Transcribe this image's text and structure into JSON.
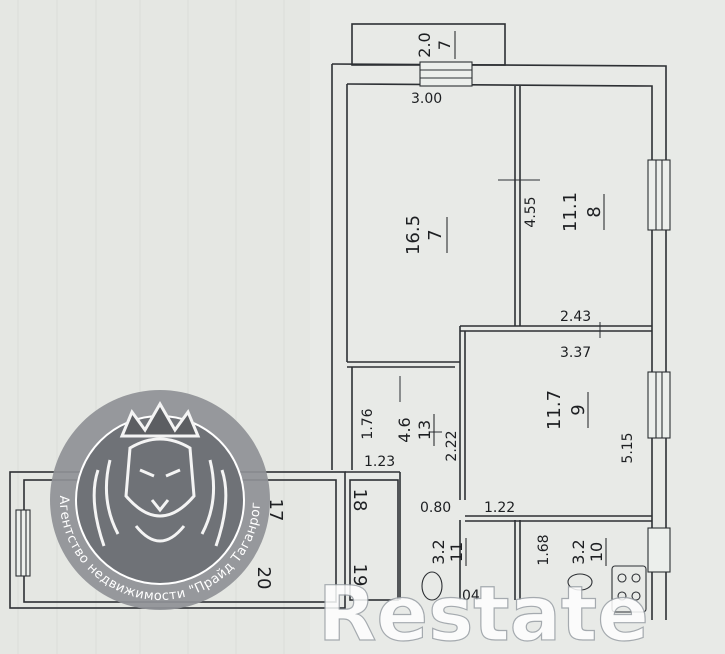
{
  "floor_plan": {
    "rooms": [
      {
        "id": "7",
        "number": "7",
        "area": "16.5"
      },
      {
        "id": "8",
        "number": "8",
        "area": "11.1"
      },
      {
        "id": "9",
        "number": "9",
        "area": "11.7"
      },
      {
        "id": "13",
        "number": "13",
        "area": "4.6"
      },
      {
        "id": "11",
        "number": "11",
        "area": "3.2"
      },
      {
        "id": "10",
        "number": "10",
        "area": "3.2"
      },
      {
        "id": "balcony",
        "number": "7",
        "area": "2.0"
      }
    ],
    "dimensions": {
      "d_300": "3.00",
      "d_455": "4.55",
      "d_243": "2.43",
      "d_337": "3.37",
      "d_515": "5.15",
      "d_176": "1.76",
      "d_222": "2.22",
      "d_123": "1.23",
      "d_080": "0.80",
      "d_122": "1.22",
      "d_168": "1.68",
      "d_04": "04"
    },
    "labels": {
      "l17": "17",
      "l18": "18",
      "l19": "19",
      "l20": "20"
    }
  },
  "logo": {
    "ring_text": "Агентство недвижимости \"Прайд Таганрог\""
  },
  "watermark": {
    "text": "Restate"
  }
}
